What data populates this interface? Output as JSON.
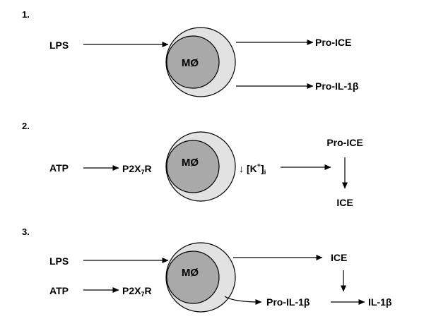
{
  "colors": {
    "cell_outer": "#e2e2e2",
    "nucleus": "#a9a9a9",
    "stroke": "#000000"
  },
  "panel1": {
    "step": "1.",
    "input": "LPS",
    "cell": "MØ",
    "outputs": [
      "Pro-ICE",
      "Pro-IL-1β"
    ]
  },
  "panel2": {
    "step": "2.",
    "input": "ATP",
    "receptor": {
      "base": "P2X",
      "sub": "7",
      "tail": "R"
    },
    "cell": "MØ",
    "potassium": {
      "arrow": "↓",
      "open": "[K",
      "sup": "+",
      "close": "]",
      "sub": "i"
    },
    "precursor": "Pro-ICE",
    "product": "ICE"
  },
  "panel3": {
    "step": "3.",
    "inputs": [
      "LPS",
      "ATP"
    ],
    "receptor": {
      "base": "P2X",
      "sub": "7",
      "tail": "R"
    },
    "cell": "MØ",
    "enzyme": "ICE",
    "precursor": "Pro-IL-1β",
    "product": "IL-1β"
  }
}
